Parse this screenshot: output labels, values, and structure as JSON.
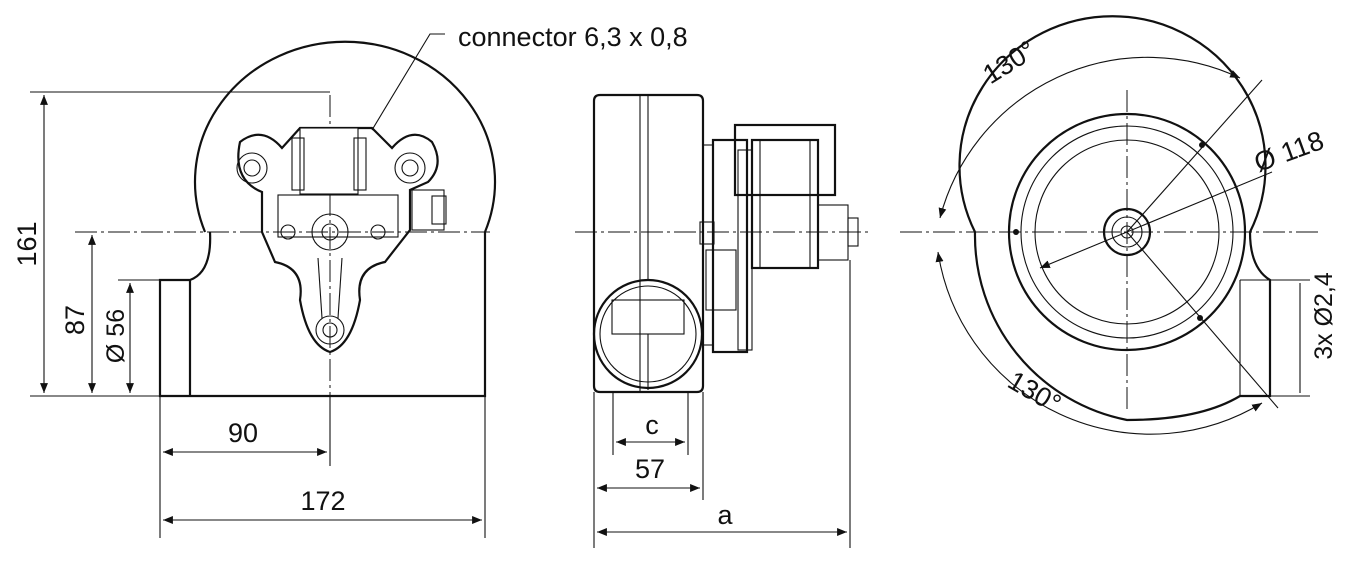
{
  "labels": {
    "connector": "connector 6,3 x 0,8",
    "height_total": "161",
    "height_outlet_axis": "87",
    "outlet_diameter": "Ø 56",
    "width_to_axis": "90",
    "width_total": "172",
    "depth_c": "c",
    "depth_outlet": "57",
    "depth_a": "a",
    "angle_top": "130°",
    "angle_bottom": "130°",
    "impeller_diameter": "Ø 118",
    "holes": "3x Ø2,4"
  }
}
